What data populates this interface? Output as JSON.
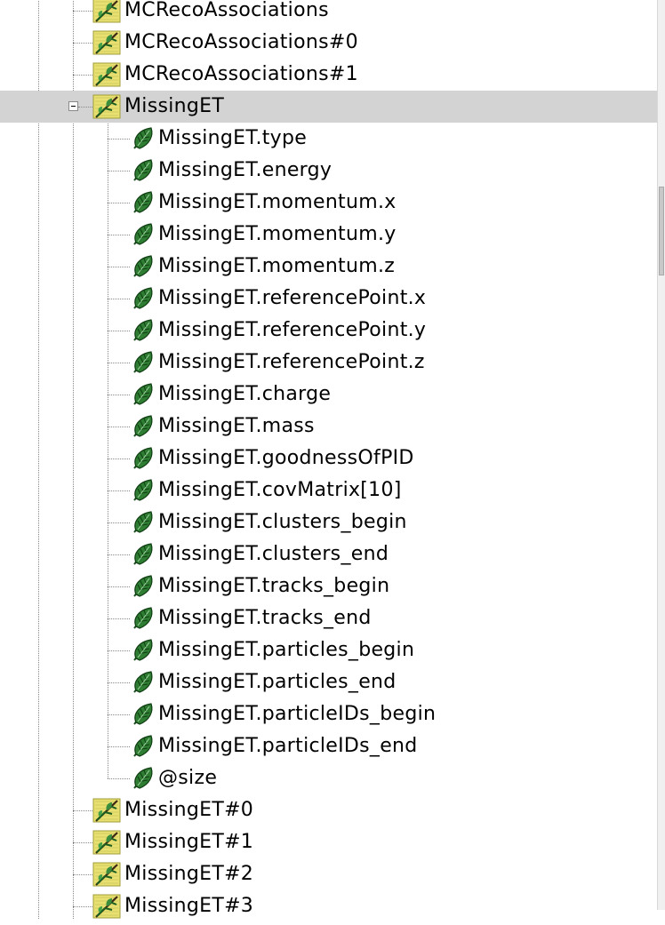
{
  "tree": {
    "rows": [
      {
        "label": "MCRecoAssociations",
        "kind": "branch",
        "level": 0
      },
      {
        "label": "MCRecoAssociations#0",
        "kind": "branch",
        "level": 0
      },
      {
        "label": "MCRecoAssociations#1",
        "kind": "branch",
        "level": 0
      },
      {
        "label": "MissingET",
        "kind": "branch",
        "level": 0,
        "expanded": true,
        "selected": true
      },
      {
        "label": "MissingET.type",
        "kind": "leaf",
        "level": 1
      },
      {
        "label": "MissingET.energy",
        "kind": "leaf",
        "level": 1
      },
      {
        "label": "MissingET.momentum.x",
        "kind": "leaf",
        "level": 1
      },
      {
        "label": "MissingET.momentum.y",
        "kind": "leaf",
        "level": 1
      },
      {
        "label": "MissingET.momentum.z",
        "kind": "leaf",
        "level": 1
      },
      {
        "label": "MissingET.referencePoint.x",
        "kind": "leaf",
        "level": 1
      },
      {
        "label": "MissingET.referencePoint.y",
        "kind": "leaf",
        "level": 1
      },
      {
        "label": "MissingET.referencePoint.z",
        "kind": "leaf",
        "level": 1
      },
      {
        "label": "MissingET.charge",
        "kind": "leaf",
        "level": 1
      },
      {
        "label": "MissingET.mass",
        "kind": "leaf",
        "level": 1
      },
      {
        "label": "MissingET.goodnessOfPID",
        "kind": "leaf",
        "level": 1
      },
      {
        "label": "MissingET.covMatrix[10]",
        "kind": "leaf",
        "level": 1
      },
      {
        "label": "MissingET.clusters_begin",
        "kind": "leaf",
        "level": 1
      },
      {
        "label": "MissingET.clusters_end",
        "kind": "leaf",
        "level": 1
      },
      {
        "label": "MissingET.tracks_begin",
        "kind": "leaf",
        "level": 1
      },
      {
        "label": "MissingET.tracks_end",
        "kind": "leaf",
        "level": 1
      },
      {
        "label": "MissingET.particles_begin",
        "kind": "leaf",
        "level": 1
      },
      {
        "label": "MissingET.particles_end",
        "kind": "leaf",
        "level": 1
      },
      {
        "label": "MissingET.particleIDs_begin",
        "kind": "leaf",
        "level": 1
      },
      {
        "label": "MissingET.particleIDs_end",
        "kind": "leaf",
        "level": 1
      },
      {
        "label": "@size",
        "kind": "leaf",
        "level": 1,
        "last_child": true
      },
      {
        "label": "MissingET#0",
        "kind": "branch",
        "level": 0
      },
      {
        "label": "MissingET#1",
        "kind": "branch",
        "level": 0
      },
      {
        "label": "MissingET#2",
        "kind": "branch",
        "level": 0
      },
      {
        "label": "MissingET#3",
        "kind": "branch",
        "level": 0
      }
    ]
  },
  "icons": {
    "branch": "branch-icon",
    "leaf": "leaf-icon",
    "expanded_toggle": "collapse-toggle-icon"
  },
  "colors": {
    "selection": "#d3d3d3",
    "connector": "#888888",
    "leaf_green": "#2e7d32",
    "branch_yellow": "#e8e070"
  }
}
